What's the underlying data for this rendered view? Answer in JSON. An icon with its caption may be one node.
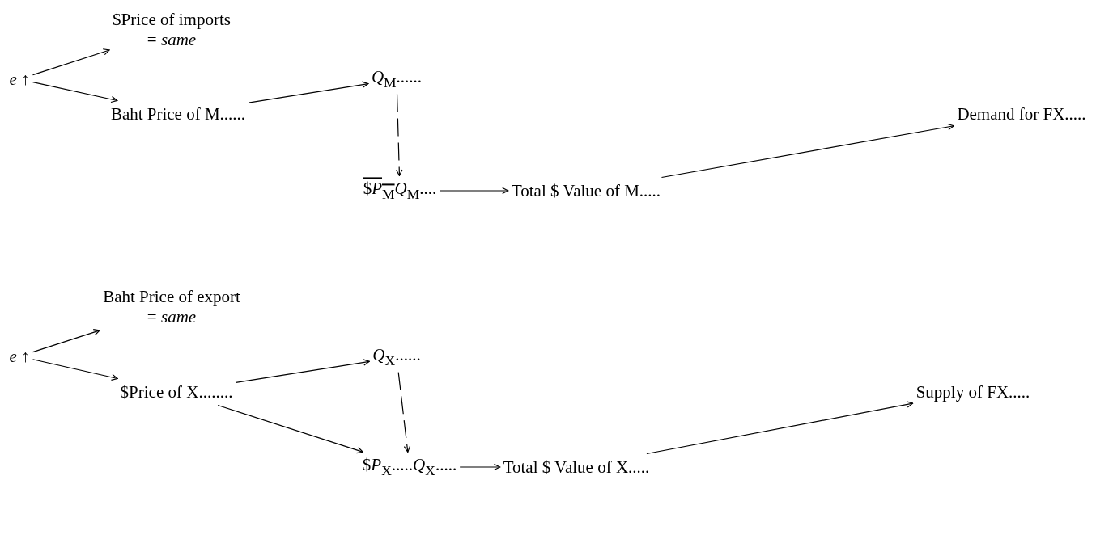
{
  "diagram": {
    "nodes": [
      {
        "text": [
          "*e* ↑"
        ]
      },
      {
        "text": [
          "$Price of imports",
          "= *same*"
        ]
      },
      {
        "text": [
          "Baht Price of M......"
        ]
      },
      {
        "text": [
          "*Q*$_{M}$......"
        ]
      },
      {
        "text": [
          "$*P*$_{M}$",
          "*Q*$_{M}$...."
        ]
      },
      {
        "text": [
          "Total $ Value of M....."
        ]
      },
      {
        "text": [
          "Demand for FX....."
        ]
      },
      {
        "text": [
          "*e* ↑"
        ]
      },
      {
        "text": [
          "Baht Price of export",
          "= *same*"
        ]
      },
      {
        "text": [
          "$Price of X........"
        ]
      },
      {
        "text": [
          "*Q*$_{X}$......"
        ]
      },
      {
        "text": [
          "$*P*$_{X}$.....*Q*$_{X}$....."
        ]
      },
      {
        "text": [
          "Total $ Value of X....."
        ]
      },
      {
        "text": [
          "Supply of FX....."
        ]
      }
    ],
    "edges": [
      {
        "from": 0,
        "to": 1,
        "arrow": "to"
      },
      {
        "from": 0,
        "to": 2,
        "arrow": "to"
      },
      {
        "from": 2,
        "to": 3,
        "arrow": "to"
      },
      {
        "from": 3,
        "to": 4,
        "arrow": "to",
        "style": "dashed"
      },
      {
        "from": 4,
        "to": 5,
        "arrow": "to"
      },
      {
        "from": 5,
        "to": 6,
        "arrow": "to"
      },
      {
        "from": 7,
        "to": 8,
        "arrow": "to"
      },
      {
        "from": 7,
        "to": 9,
        "arrow": "to"
      },
      {
        "from": 9,
        "to": 10,
        "arrow": "to"
      },
      {
        "from": 9,
        "to": 11,
        "arrow": "to"
      },
      {
        "from": 10,
        "to": 11,
        "arrow": "to",
        "style": "dashed"
      },
      {
        "from": 11,
        "to": 12,
        "arrow": "to"
      },
      {
        "from": 12,
        "to": 13,
        "arrow": "to"
      }
    ]
  }
}
